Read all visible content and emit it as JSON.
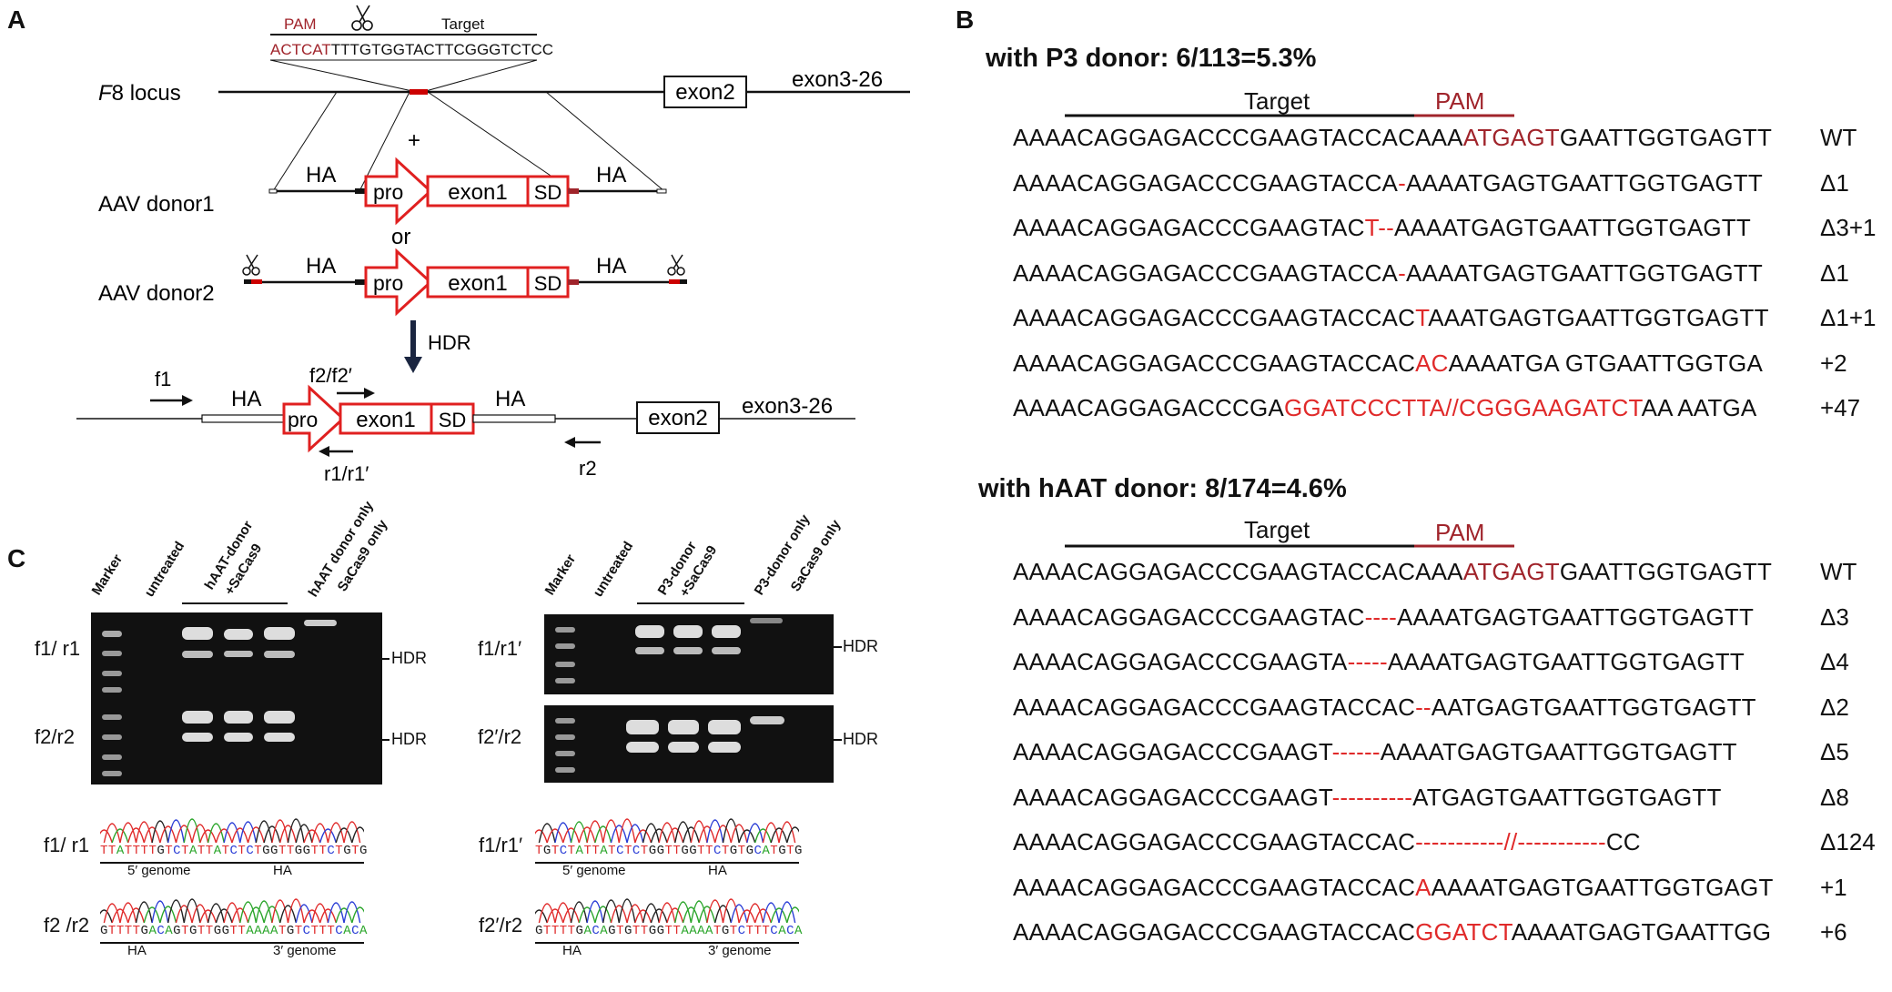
{
  "panels": {
    "a": "A",
    "b": "B",
    "c": "C"
  },
  "panel_a": {
    "pam_label": "PAM",
    "target_label": "Target",
    "top_seq_pam": "ACTCAT",
    "top_seq_rest": "TTTGTGGTACTTCGGGTCTCC",
    "locus_label": "F8 locus",
    "locus_italic": "F",
    "locus_rest": "8 locus",
    "exon2": "exon2",
    "exon3_26": "exon3-26",
    "ha": "HA",
    "pro": "pro",
    "exon1": "exon1",
    "sd": "SD",
    "plus": "+",
    "or": "or",
    "donor1": "AAV donor1",
    "donor2": "AAV donor2",
    "hdr": "HDR",
    "f1": "f1",
    "f2f2p": "f2/f2′",
    "r1r1p": "r1/r1′",
    "r2": "r2"
  },
  "panel_b": {
    "p3_heading": "with P3 donor: 6/113=5.3%",
    "haat_heading": "with hAAT donor: 8/174=4.6%",
    "target_label": "Target",
    "pam_label": "PAM",
    "p3_rows": [
      {
        "a": "AAAACAGGAGACCCGAAGTACCACAAA",
        "m": "ATGAGT",
        "b": "GAATTGGTGAGTT",
        "label": "WT"
      },
      {
        "a": "AAAACAGGAGACCCGAAGTACCA",
        "m": "-",
        "b": "AAAATGAGTGAATTGGTGAGTT",
        "label": "Δ1"
      },
      {
        "a": "AAAACAGGAGACCCGAAGTAC",
        "m": "T--",
        "b": "AAAATGAGTGAATTGGTGAGTT",
        "label": "Δ3+1"
      },
      {
        "a": "AAAACAGGAGACCCGAAGTACCA",
        "m": "-",
        "b": "AAAATGAGTGAATTGGTGAGTT",
        "label": "Δ1"
      },
      {
        "a": "AAAACAGGAGACCCGAAGTACCAC",
        "m": "T",
        "b": "AAATGAGTGAATTGGTGAGTT",
        "label": "Δ1+1"
      },
      {
        "a": "AAAACAGGAGACCCGAAGTACCAC",
        "m": "AC",
        "b": "AAAATGA GTGAATTGGTGA",
        "label": "+2"
      },
      {
        "a": "AAAACAGGAGACCCGA",
        "m": "GGATCCCTTA//CGGGAAGATCT",
        "b": "AA AATGA",
        "label": "+47"
      }
    ],
    "haat_rows": [
      {
        "a": "AAAACAGGAGACCCGAAGTACCACAAA",
        "m": "ATGAGT",
        "b": "GAATTGGTGAGTT",
        "label": "WT"
      },
      {
        "a": "AAAACAGGAGACCCGAAGTAC",
        "m": "----",
        "b": "AAAATGAGTGAATTGGTGAGTT",
        "label": "Δ3"
      },
      {
        "a": "AAAACAGGAGACCCGAAGTA",
        "m": "-----",
        "b": "AAAATGAGTGAATTGGTGAGTT",
        "label": "Δ4"
      },
      {
        "a": "AAAACAGGAGACCCGAAGTACCAC",
        "m": "--",
        "b": "AATGAGTGAATTGGTGAGTT",
        "label": "Δ2"
      },
      {
        "a": "AAAACAGGAGACCCGAAGT",
        "m": "------",
        "b": "AAAATGAGTGAATTGGTGAGTT",
        "label": "Δ5"
      },
      {
        "a": "AAAACAGGAGACCCGAAGT",
        "m": "----------",
        "b": "ATGAGTGAATTGGTGAGTT",
        "label": "Δ8"
      },
      {
        "a": "AAAACAGGAGACCCGAAGTACCAC",
        "m": "-----------//-----------",
        "b": "CC",
        "label": "Δ124"
      },
      {
        "a": "AAAACAGGAGACCCGAAGTACCAC",
        "m": "A",
        "b": "AAAATGAGTGAATTGGTGAGT",
        "label": "+1"
      },
      {
        "a": "AAAACAGGAGACCCGAAGTACCAC",
        "m": "GGATCT",
        "b": "AAAATGAGTGAATTGG",
        "label": "+6"
      }
    ]
  },
  "panel_c": {
    "left_lanes": [
      "Marker",
      "untreated",
      "hAAT-donor",
      "+SaCas9",
      "hAAT donor only",
      "SaCas9 only"
    ],
    "right_lanes": [
      "Marker",
      "untreated",
      "P3-donor",
      "+SaCas9",
      "P3-donor only",
      "SaCas9 only"
    ],
    "left_gel_rows": [
      "f1/ r1",
      "f2/r2"
    ],
    "right_gel_rows": [
      "f1/r1′",
      "f2′/r2"
    ],
    "hdr": "HDR",
    "left_chrom": [
      {
        "label": "f1/ r1",
        "seq": "TTATTTTGTCTATTATCTCTGGTTGGTTCTGTG",
        "left_caption": "5′ genome",
        "right_caption": "HA"
      },
      {
        "label": "f2 /r2",
        "seq": "GTTTTGACAGTGTTGGTTAAAATGTCTTTCACA",
        "left_caption": "HA",
        "right_caption": "3′ genome"
      }
    ],
    "right_chrom": [
      {
        "label": "f1/r1′",
        "seq": "TGTCTATTATCTCTGGTTGGTTCTGTGCATGTG",
        "left_caption": "5′ genome",
        "right_caption": "HA"
      },
      {
        "label": "f2′/r2",
        "seq": "GTTTTGACAGTGTTGGTTAAAATGTCTTTCACA",
        "left_caption": "HA",
        "right_caption": "3′ genome"
      }
    ]
  },
  "colors": {
    "red": "#e02a2a",
    "dark_red": "#a0242b",
    "box_red": "#e02020"
  }
}
